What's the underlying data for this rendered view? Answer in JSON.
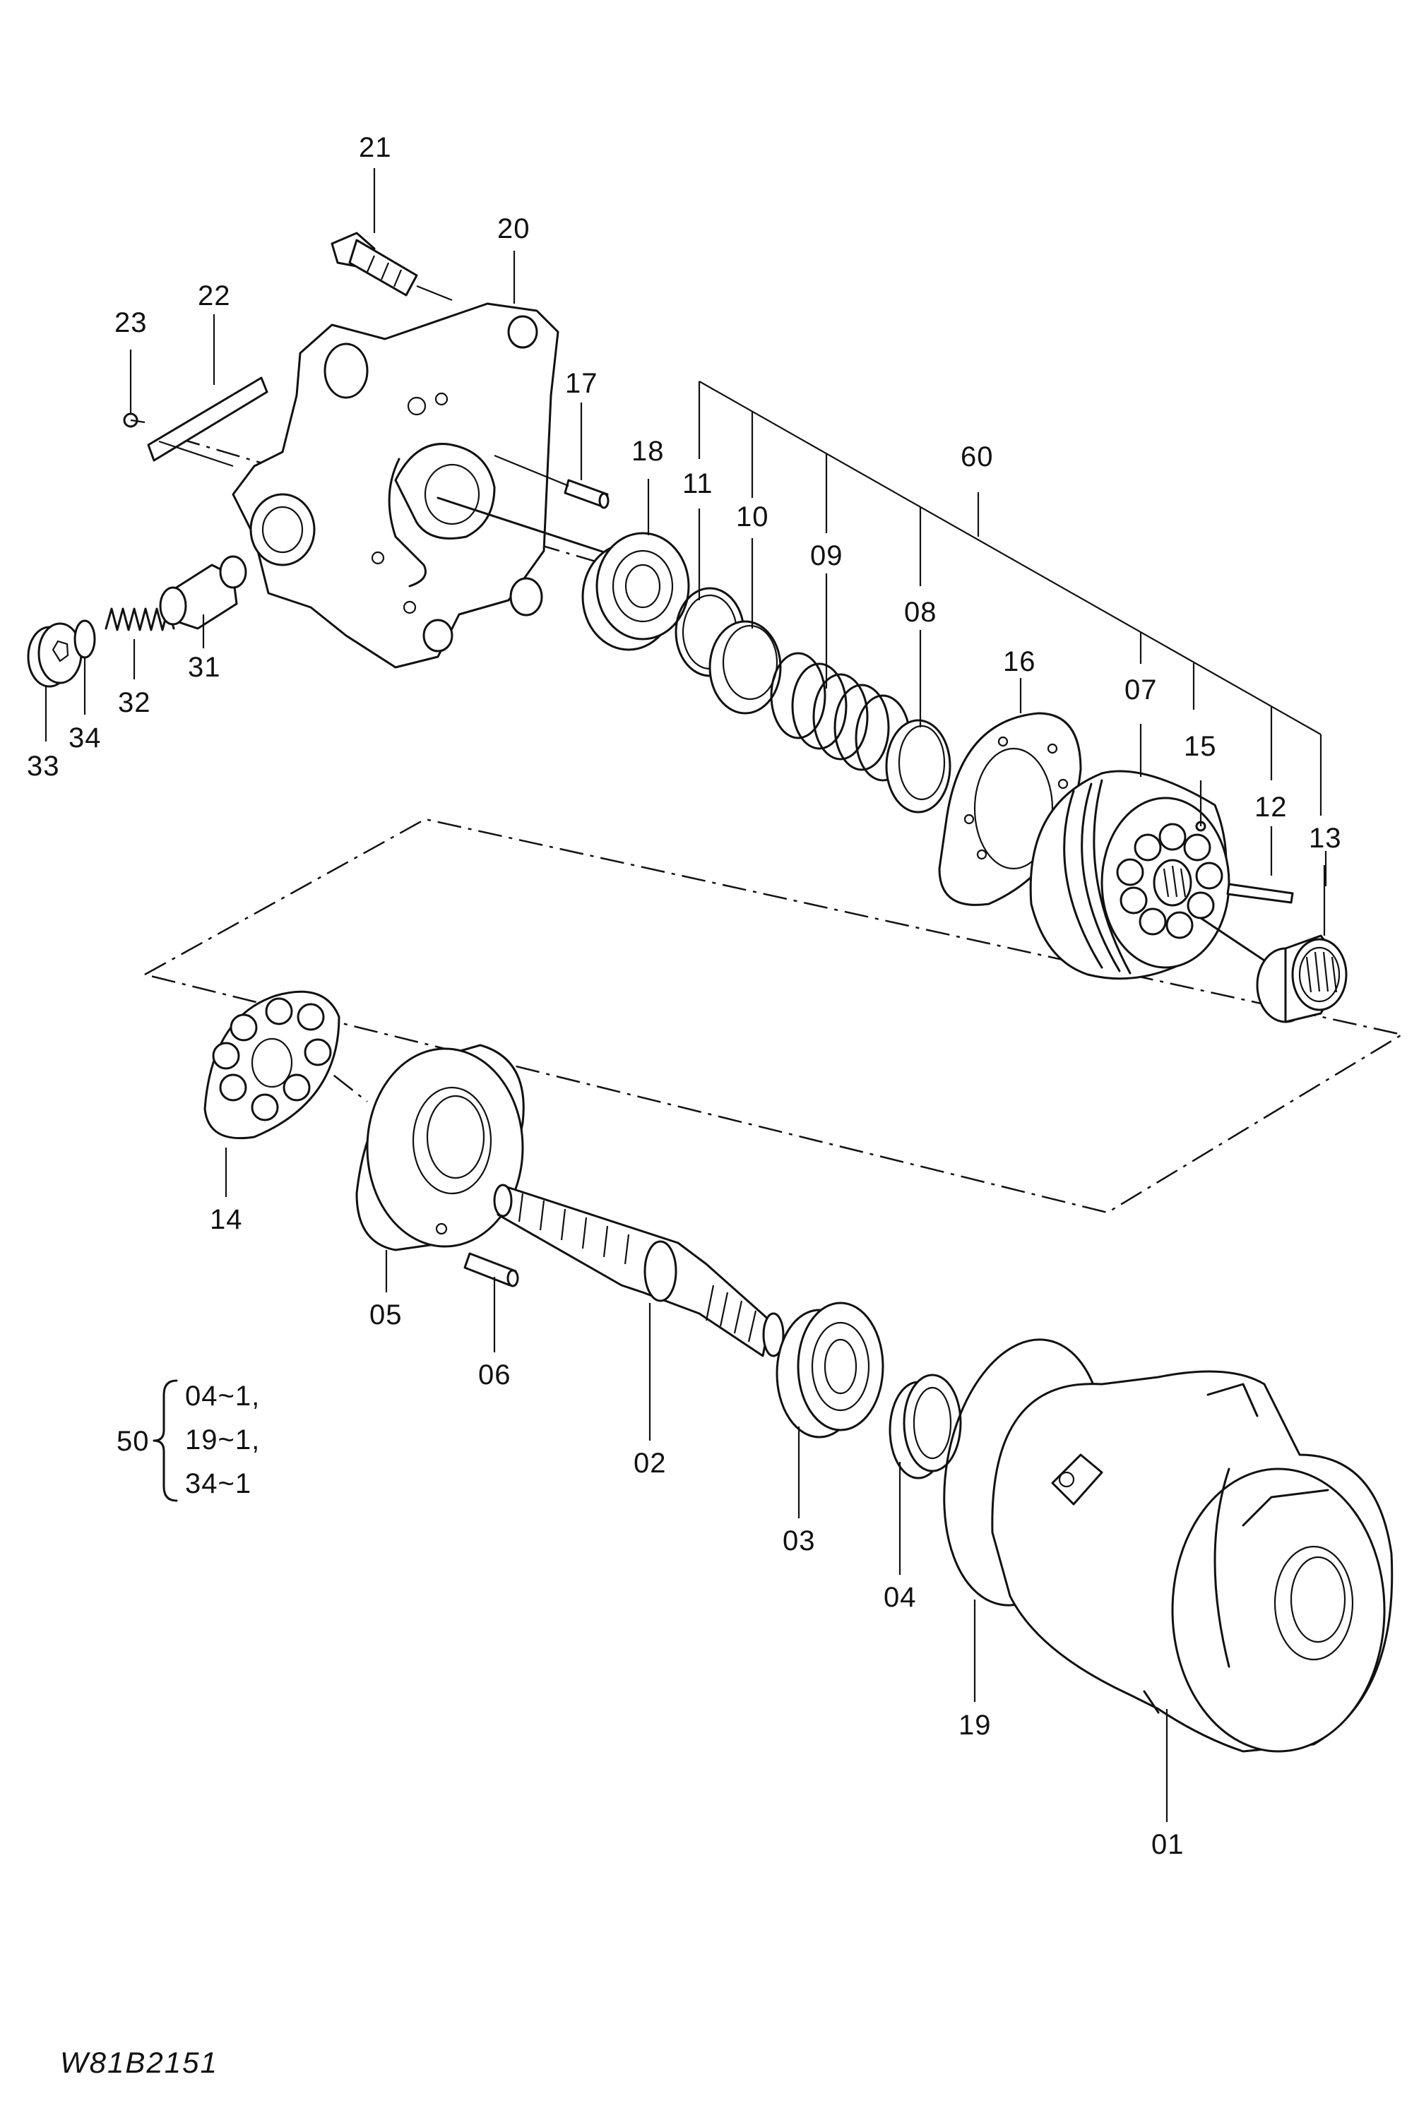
{
  "drawing_code": "W81B2151",
  "kit": {
    "number": "50",
    "lines": [
      "04~1,",
      "19~1,",
      "34~1"
    ]
  },
  "callouts": [
    {
      "id": "01",
      "label": "01"
    },
    {
      "id": "02",
      "label": "02"
    },
    {
      "id": "03",
      "label": "03"
    },
    {
      "id": "04",
      "label": "04"
    },
    {
      "id": "05",
      "label": "05"
    },
    {
      "id": "06",
      "label": "06"
    },
    {
      "id": "07",
      "label": "07"
    },
    {
      "id": "08",
      "label": "08"
    },
    {
      "id": "09",
      "label": "09"
    },
    {
      "id": "10",
      "label": "10"
    },
    {
      "id": "11",
      "label": "11"
    },
    {
      "id": "12",
      "label": "12"
    },
    {
      "id": "13",
      "label": "13"
    },
    {
      "id": "14",
      "label": "14"
    },
    {
      "id": "15",
      "label": "15"
    },
    {
      "id": "16",
      "label": "16"
    },
    {
      "id": "17",
      "label": "17"
    },
    {
      "id": "18",
      "label": "18"
    },
    {
      "id": "19",
      "label": "19"
    },
    {
      "id": "20",
      "label": "20"
    },
    {
      "id": "21",
      "label": "21"
    },
    {
      "id": "22",
      "label": "22"
    },
    {
      "id": "23",
      "label": "23"
    },
    {
      "id": "31",
      "label": "31"
    },
    {
      "id": "32",
      "label": "32"
    },
    {
      "id": "33",
      "label": "33"
    },
    {
      "id": "34",
      "label": "34"
    },
    {
      "id": "60",
      "label": "60"
    }
  ]
}
